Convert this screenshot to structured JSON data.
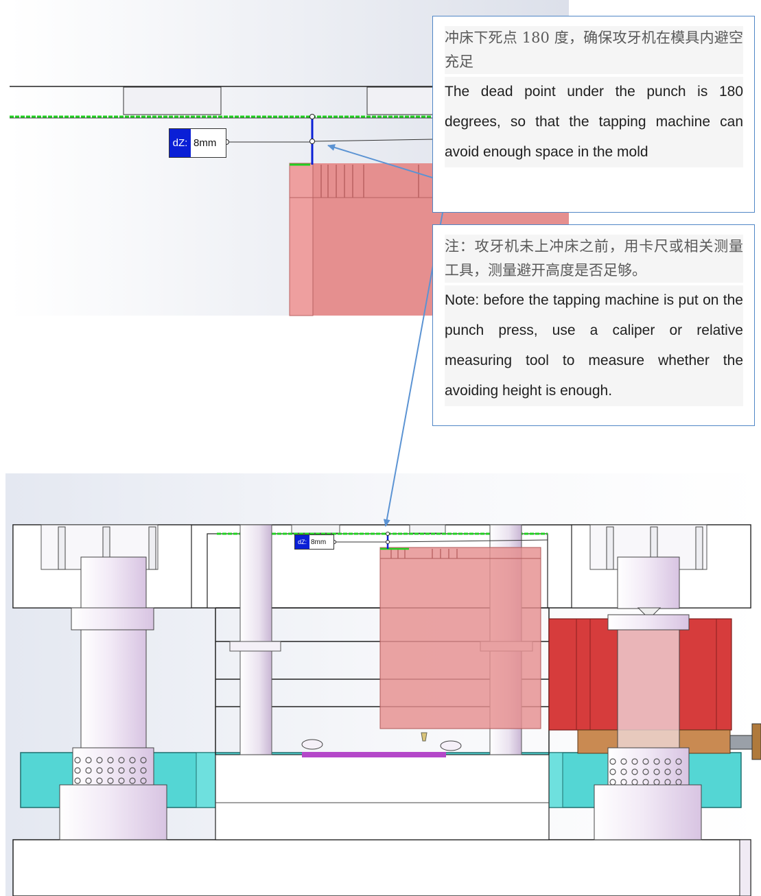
{
  "callouts": {
    "first": {
      "zh": "冲床下死点 180 度，确保攻牙机在模具内避空充足",
      "en": "The dead point under the punch is 180 degrees, so that the tapping machine can avoid enough space in the mold"
    },
    "second": {
      "zh": "注：攻牙机未上冲床之前，用卡尺或相关测量工具，测量避开高度是否足够。",
      "en": "Note: before the tapping machine is put on the punch press, use a caliper or relative measuring tool to measure whether the avoiding height is enough."
    }
  },
  "measure": {
    "top": {
      "key": "dZ:",
      "value": "8mm"
    },
    "bottom": {
      "key": "dZ:",
      "value": "8mm"
    }
  },
  "colors": {
    "tapping_machine": "#e58f8f",
    "tapping_motor": "#d63c3c",
    "plate_cyan": "#54d6d4",
    "callout_border": "#4f86c6",
    "arrow": "#5b93d3",
    "dimension_blue": "#0a1fd6",
    "clearance_green": "#21d021"
  }
}
